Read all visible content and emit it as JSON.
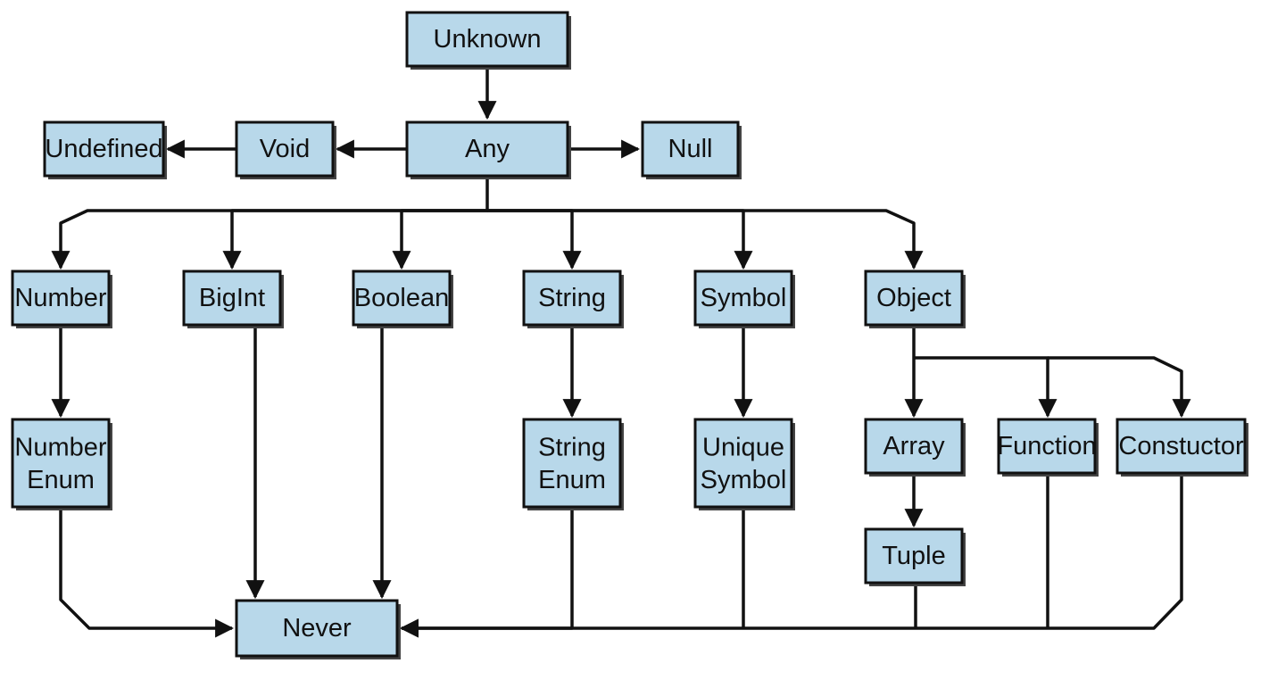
{
  "colors": {
    "node_fill": "#b8d8ea",
    "stroke": "#111111"
  },
  "nodes": {
    "unknown": {
      "label": "Unknown"
    },
    "any": {
      "label": "Any"
    },
    "void": {
      "label": "Void"
    },
    "undefined": {
      "label": "Undefined"
    },
    "null": {
      "label": "Null"
    },
    "number": {
      "label": "Number"
    },
    "bigint": {
      "label": "BigInt"
    },
    "boolean": {
      "label": "Boolean"
    },
    "string": {
      "label": "String"
    },
    "symbol": {
      "label": "Symbol"
    },
    "object": {
      "label": "Object"
    },
    "number_enum": {
      "label": "Number Enum"
    },
    "string_enum": {
      "label": "String Enum"
    },
    "unique_symbol": {
      "label": "Unique Symbol"
    },
    "array": {
      "label": "Array"
    },
    "function": {
      "label": "Function"
    },
    "constructor": {
      "label": "Constuctor"
    },
    "tuple": {
      "label": "Tuple"
    },
    "never": {
      "label": "Never"
    }
  },
  "edges": [
    [
      "unknown",
      "any"
    ],
    [
      "any",
      "void"
    ],
    [
      "void",
      "undefined"
    ],
    [
      "any",
      "null"
    ],
    [
      "any",
      "number"
    ],
    [
      "any",
      "bigint"
    ],
    [
      "any",
      "boolean"
    ],
    [
      "any",
      "string"
    ],
    [
      "any",
      "symbol"
    ],
    [
      "any",
      "object"
    ],
    [
      "number",
      "number_enum"
    ],
    [
      "string",
      "string_enum"
    ],
    [
      "symbol",
      "unique_symbol"
    ],
    [
      "object",
      "array"
    ],
    [
      "object",
      "function"
    ],
    [
      "object",
      "constructor"
    ],
    [
      "array",
      "tuple"
    ],
    [
      "number_enum",
      "never"
    ],
    [
      "bigint",
      "never"
    ],
    [
      "boolean",
      "never"
    ],
    [
      "string_enum",
      "never"
    ],
    [
      "unique_symbol",
      "never"
    ],
    [
      "tuple",
      "never"
    ],
    [
      "function",
      "never"
    ],
    [
      "constructor",
      "never"
    ]
  ]
}
